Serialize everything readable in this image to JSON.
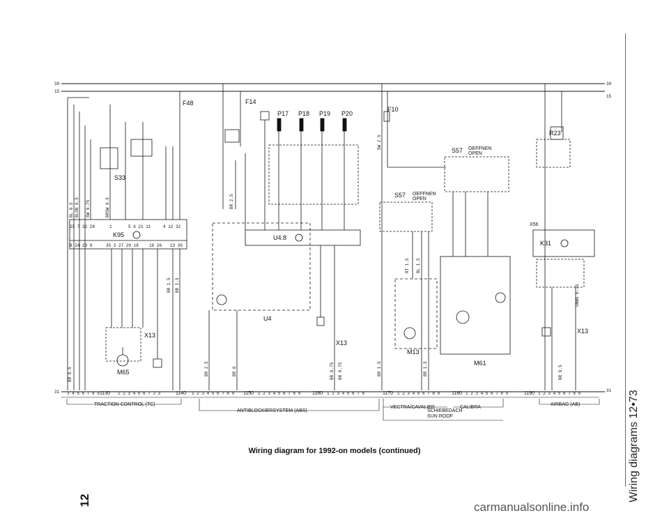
{
  "page": {
    "side_title": "Wiring diagrams 12•73",
    "chapter_tab": "12",
    "caption": "Wiring diagram for 1992-on models (continued)",
    "watermark": "carmanualsonline.info"
  },
  "diagram": {
    "bus_labels": {
      "b30": "30",
      "b15": "15",
      "b31": "31"
    },
    "fuses": [
      "F48",
      "F14",
      "F10"
    ],
    "plugs": [
      "P17",
      "P18",
      "P19",
      "P20"
    ],
    "components": [
      "S33",
      "K95",
      "M65",
      "X13",
      "U4.8",
      "U4",
      "S57",
      "M13",
      "M61",
      "K31",
      "R23",
      "X56"
    ],
    "ground_sections": [
      "1130",
      "1140",
      "1150",
      "1160",
      "1170",
      "1180",
      "1190"
    ],
    "section_notes": [
      "TRACTION CONTROL (TC)",
      "ANTIBLOCKIERSYSTEM (ABS)",
      "VECTRA/CAVALIER",
      "CALIBRA",
      "SCHIEBEDACH",
      "SUN ROOF",
      "AIRBAG (AB)"
    ],
    "open_labels": [
      "OEFFNEN",
      "OPEN"
    ],
    "wire_labels": [
      "BL 0.5",
      "BLGN 0.5",
      "SW 0.75",
      "BRSW 0.5",
      "BR 2.5",
      "SW 2.5",
      "RT 1.5",
      "BL 1.5",
      "BR 1.5",
      "GNWS 0.75"
    ]
  }
}
